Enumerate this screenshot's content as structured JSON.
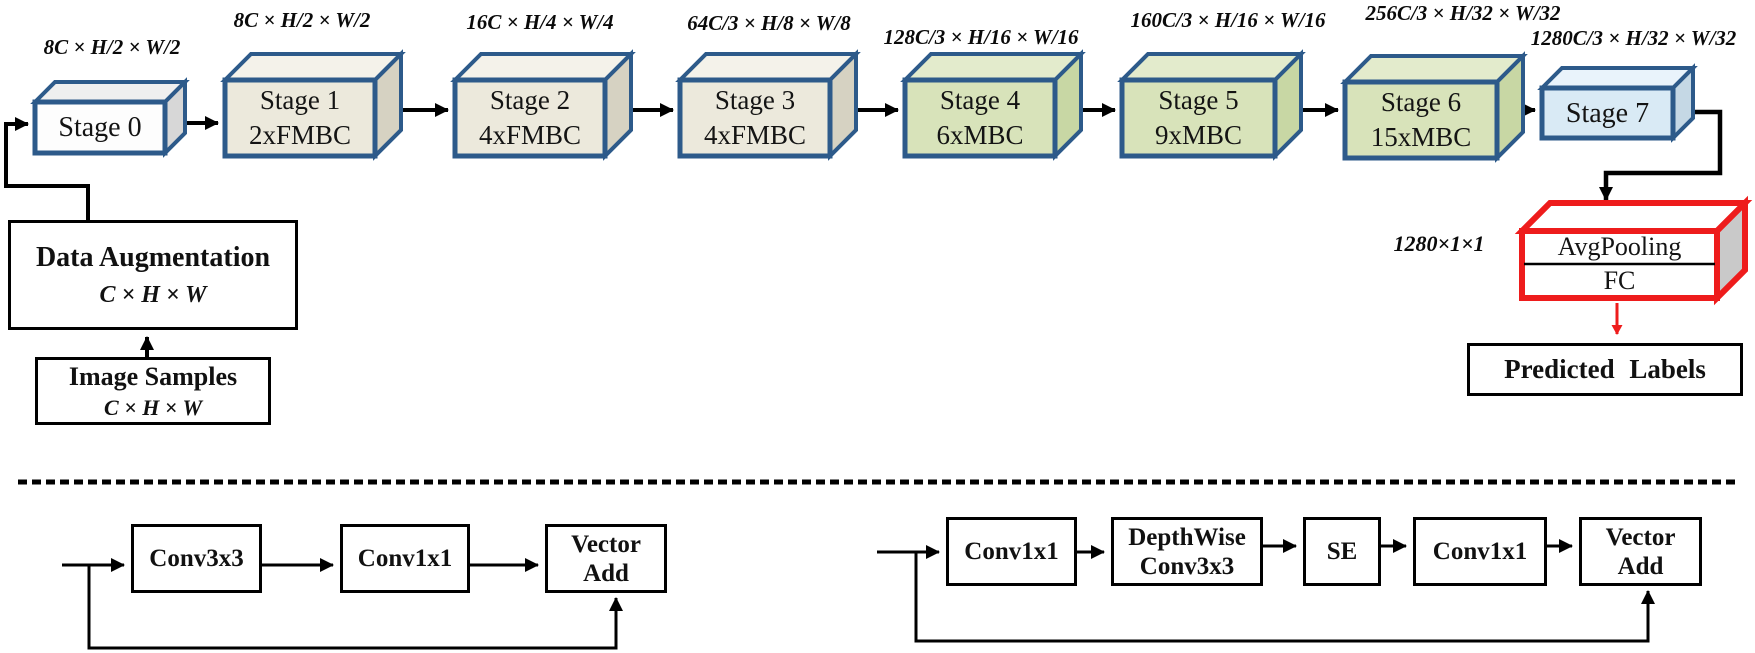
{
  "colors": {
    "stage_border": "#2d5a8a",
    "beige_fill": "#ece9dc",
    "green_fill": "#d8e3ba",
    "white_fill": "#fdfdfd",
    "blue_fill": "#d9eaf5",
    "head_border": "#ee1c1c",
    "line_color": "#000000"
  },
  "backbone": {
    "stages": [
      {
        "dim": "8C × H/2 × W/2",
        "name": "Stage 0",
        "blocks": ""
      },
      {
        "dim": "8C × H/2 × W/2",
        "name": "Stage 1",
        "blocks": "2xFMBC"
      },
      {
        "dim": "16C × H/4 × W/4",
        "name": "Stage 2",
        "blocks": "4xFMBC"
      },
      {
        "dim": "64C/3 × H/8 × W/8",
        "name": "Stage 3",
        "blocks": "4xFMBC"
      },
      {
        "dim": "128C/3 × H/16 × W/16",
        "name": "Stage 4",
        "blocks": "6xMBC"
      },
      {
        "dim": "160C/3 × H/16 × W/16",
        "name": "Stage 5",
        "blocks": "9xMBC"
      },
      {
        "dim": "256C/3 × H/32 × W/32",
        "name": "Stage 6",
        "blocks": "15xMBC"
      },
      {
        "dim": "1280C/3 × H/32 × W/32",
        "name": "Stage 7",
        "blocks": ""
      }
    ]
  },
  "input_pipeline": {
    "data_augmentation": {
      "title": "Data Augmentation",
      "dim": "C × H × W"
    },
    "image_samples": {
      "title": "Image Samples",
      "dim": "C × H × W"
    }
  },
  "head": {
    "dim": "1280×1×1",
    "avgpool": "AvgPooling",
    "fc": "FC",
    "output": "Predicted Labels"
  },
  "fmbc_block": {
    "conv3x3": "Conv3x3",
    "conv1x1": "Conv1x1",
    "add_line1": "Vector",
    "add_line2": "Add"
  },
  "mbc_block": {
    "conv1x1_a": "Conv1x1",
    "dw_line1": "DepthWise",
    "dw_line2": "Conv3x3",
    "se": "SE",
    "conv1x1_b": "Conv1x1",
    "add_line1": "Vector",
    "add_line2": "Add"
  }
}
